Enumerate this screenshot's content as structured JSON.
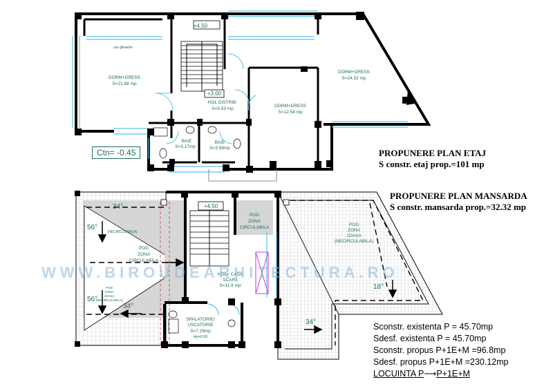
{
  "etaj": {
    "title": "PROPUNERE PLAN ETAJ",
    "subtitle": "S constr. etaj  prop.=101 mp",
    "ctn": "Ctn= -0.45",
    "level_450": "+4.50",
    "level_300": "+3.00",
    "usi_glisante": "usi glisante",
    "rooms": [
      {
        "name": "DORM+DRESS",
        "area": "S=21.88 mp"
      },
      {
        "name": "DORM+DRESS",
        "area": "S=24.52 mp"
      },
      {
        "name": "HOL DISTRIB.",
        "area": "S=5.53 mp"
      },
      {
        "name": "DORM+DRESS",
        "area": "S=12.54 mp"
      },
      {
        "name": "BAIE",
        "area": "S=3.17mp"
      },
      {
        "name": "BAIE",
        "area": "S=3.58mp"
      }
    ]
  },
  "mansarda": {
    "title": "PROPUNERE PLAN MANSARDA",
    "subtitle": "S constr. mansarda prop.=32.32 mp",
    "level_450": "+4.50",
    "angles": {
      "a34_top": "34°",
      "a56_top": "56°",
      "a56_bottom": "56°",
      "a34_bottom": "34°",
      "a18": "18°",
      "a34_right": "34°"
    },
    "pod_left": [
      "POD",
      "ZONA",
      "CIRCULABILA"
    ],
    "pod_small": [
      "POD",
      "ZONA",
      "JOASA",
      "(NECIRCULABILA)"
    ],
    "pod_necirc": "(NECIRCULABILA)",
    "pod_center": [
      "POD",
      "ZONA",
      "CIRCULABILA"
    ],
    "pod_right": [
      "POD",
      "ZONA",
      "JOASA",
      "(NECIRCULABILA)"
    ],
    "hol": [
      "HOL+ CASA",
      "SCARII",
      "S=11.8 mp"
    ],
    "spalatorie": [
      "SPALATORIE/",
      "USCATORIE",
      "S=7.29mp",
      "Hp=0.90"
    ]
  },
  "summary": {
    "lines": [
      "Sconstr. existenta P = 45.70mp",
      "Sdesf. existenta P = 45.70mp",
      "Sconstr. propus P+1E+M =96.8mp",
      "Sdesf. propus P+1E+M =230.12mp"
    ],
    "locuinta_from": "LOCUINTA P",
    "arrow": "⟶",
    "locuinta_to": "P+1E+M"
  },
  "watermark": "WWW.BIROUDEARHITECTURA.RO",
  "colors": {
    "wall": "#000000",
    "text": "#1f6b5b",
    "window": "#5bc0e6",
    "tile": "#cfcfcf",
    "watermark": "#8ab6d6"
  }
}
